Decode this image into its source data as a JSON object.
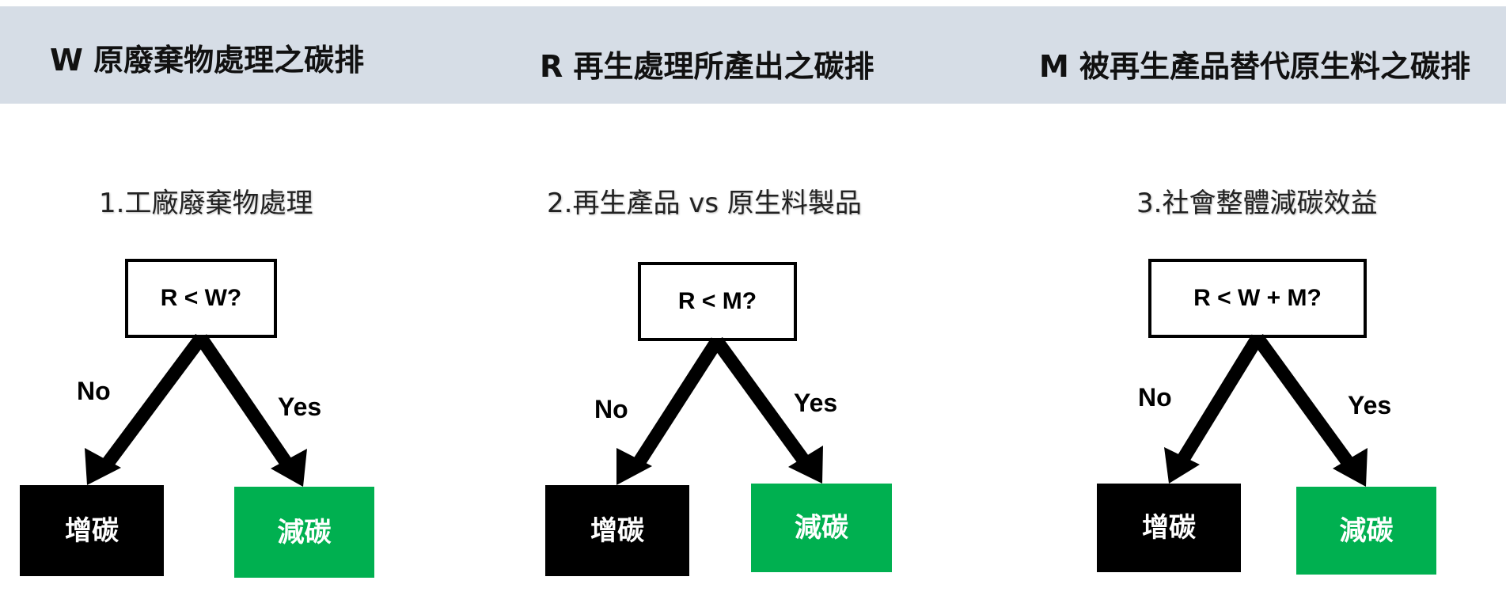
{
  "header": {
    "w_label": "W 原廢棄物處理之碳排",
    "r_label": "R 再生處理所產出之碳排",
    "m_label": "M 被再生產品替代原生料之碳排"
  },
  "sections": [
    {
      "title": "1.工廠廢棄物處理",
      "question": "R < W?",
      "no_label": "No",
      "yes_label": "Yes",
      "no_outcome": "增碳",
      "yes_outcome": "減碳"
    },
    {
      "title": "2.再生產品 vs 原生料製品",
      "question": "R < M?",
      "no_label": "No",
      "yes_label": "Yes",
      "no_outcome": "增碳",
      "yes_outcome": "減碳"
    },
    {
      "title": "3.社會整體減碳效益",
      "question": "R < W + M?",
      "no_label": "No",
      "yes_label": "Yes",
      "no_outcome": "增碳",
      "yes_outcome": "減碳"
    }
  ],
  "colors": {
    "header_band": "#d6dde6",
    "increase_box": "#000000",
    "decrease_box": "#00b050",
    "arrow": "#000000"
  }
}
